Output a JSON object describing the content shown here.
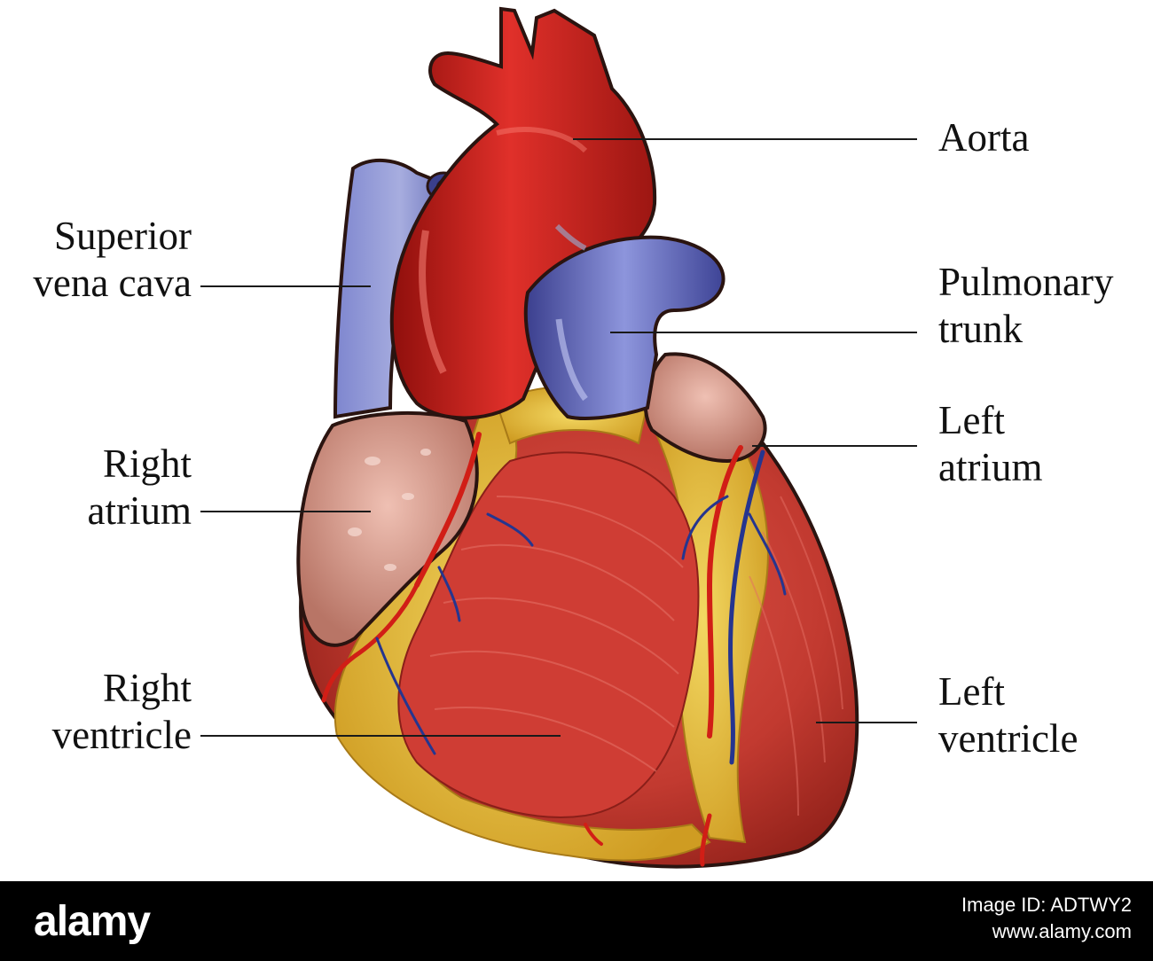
{
  "labels": {
    "aorta": "Aorta",
    "svc_line1": "Superior",
    "svc_line2": "vena cava",
    "pulmonary_line1": "Pulmonary",
    "pulmonary_line2": "trunk",
    "left_atrium_line1": "Left",
    "left_atrium_line2": "atrium",
    "right_atrium_line1": "Right",
    "right_atrium_line2": "atrium",
    "right_ventricle_line1": "Right",
    "right_ventricle_line2": "ventricle",
    "left_ventricle_line1": "Left",
    "left_ventricle_line2": "ventricle"
  },
  "footer": {
    "brand": "alamy",
    "image_id": "Image ID: ADTWY2",
    "site": "www.alamy.com"
  },
  "colors": {
    "aorta_red": "#c8201c",
    "vessel_blue": "#5d64b8",
    "atrium_pink": "#d99a8c",
    "muscle_red": "#c6342b",
    "fat_yellow": "#e7c03c",
    "outline": "#2a1410",
    "footer_bg": "#000000"
  }
}
